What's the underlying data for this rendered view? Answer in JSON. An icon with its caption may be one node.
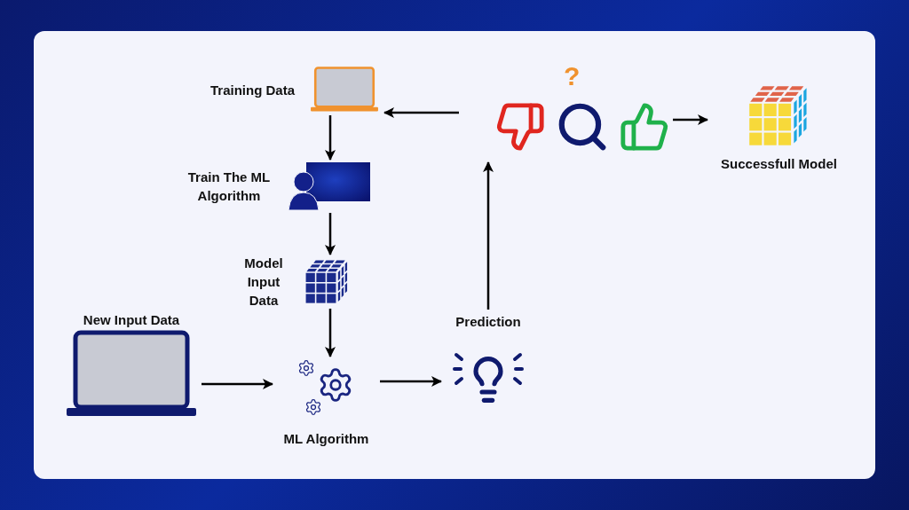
{
  "diagram": {
    "nodes": [
      {
        "text": [
          "Training Data"
        ]
      },
      {
        "text": [
          "Train The ML Algorithm"
        ]
      },
      {
        "text": [
          "Model Input Data"
        ]
      },
      {
        "text": [
          "New Input Data"
        ]
      },
      {
        "text": [
          "ML Algorithm"
        ]
      },
      {
        "text": [
          "Prediction"
        ]
      },
      {
        "text": [],
        "shape": "picture",
        "beside": [
          "?"
        ]
      },
      {
        "text": [
          "Successfull Model"
        ]
      }
    ],
    "edges": [
      {
        "from": 0,
        "to": 1,
        "arrow": "to"
      },
      {
        "from": 1,
        "to": 2,
        "arrow": "to"
      },
      {
        "from": 2,
        "to": 4,
        "arrow": "to"
      },
      {
        "from": 3,
        "to": 4,
        "arrow": "to"
      },
      {
        "from": 4,
        "to": 5,
        "arrow": "to"
      },
      {
        "from": 5,
        "to": 6,
        "arrow": "to"
      },
      {
        "from": 6,
        "to": 0,
        "arrow": "to"
      },
      {
        "from": 6,
        "to": 7,
        "arrow": "to"
      }
    ]
  }
}
